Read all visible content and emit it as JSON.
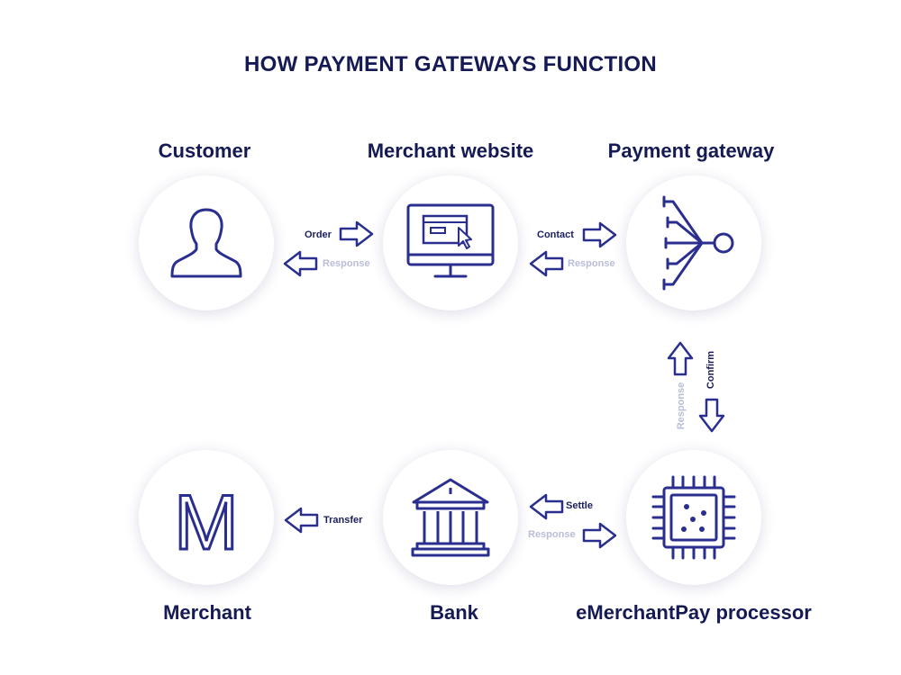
{
  "title": "HOW PAYMENT GATEWAYS FUNCTION",
  "nodes": {
    "customer": "Customer",
    "merchant_website": "Merchant website",
    "payment_gateway": "Payment gateway",
    "merchant": "Merchant",
    "bank": "Bank",
    "processor": "eMerchantPay processor"
  },
  "arrows": {
    "order": "Order",
    "response_customer": "Response",
    "contact": "Contact",
    "response_website": "Response",
    "confirm": "Confirm",
    "response_gateway": "Response",
    "settle": "Settle",
    "response_processor": "Response",
    "transfer": "Transfer"
  },
  "merchant_logo_letter": "M",
  "colors": {
    "primary": "#1b1f5e",
    "icon": "#2a2f8f",
    "muted": "#b9bdd6"
  }
}
